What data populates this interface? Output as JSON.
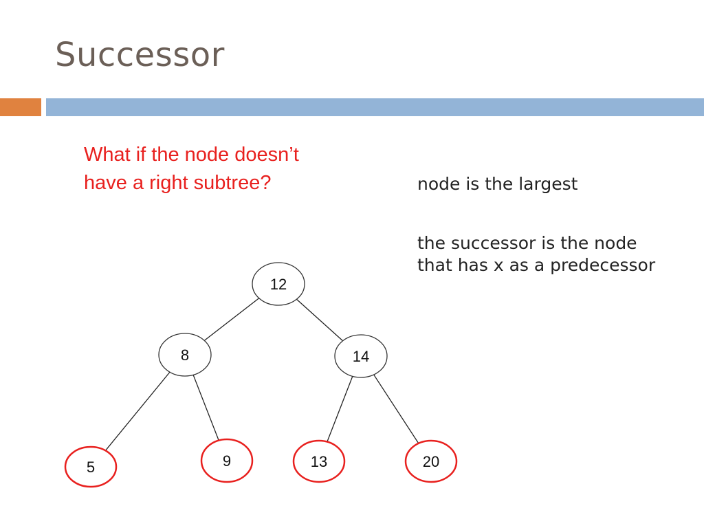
{
  "title": "Successor",
  "question": "What if the node doesn’t have a right subtree?",
  "notes": [
    "node is the largest",
    "the successor is the node that has x as a predecessor"
  ],
  "colors": {
    "title": "#6b5f57",
    "accent_orange": "#e0823f",
    "accent_blue": "#93b4d7",
    "question": "#e8201e",
    "highlight_node_border": "#e8201e"
  },
  "tree": {
    "nodes": [
      {
        "id": "n12",
        "label": "12",
        "highlighted": false
      },
      {
        "id": "n8",
        "label": "8",
        "highlighted": false
      },
      {
        "id": "n14",
        "label": "14",
        "highlighted": false
      },
      {
        "id": "n5",
        "label": "5",
        "highlighted": true
      },
      {
        "id": "n9",
        "label": "9",
        "highlighted": true
      },
      {
        "id": "n13",
        "label": "13",
        "highlighted": true
      },
      {
        "id": "n20",
        "label": "20",
        "highlighted": true
      }
    ],
    "edges": [
      [
        "n12",
        "n8"
      ],
      [
        "n12",
        "n14"
      ],
      [
        "n8",
        "n5"
      ],
      [
        "n8",
        "n9"
      ],
      [
        "n14",
        "n13"
      ],
      [
        "n14",
        "n20"
      ]
    ]
  }
}
